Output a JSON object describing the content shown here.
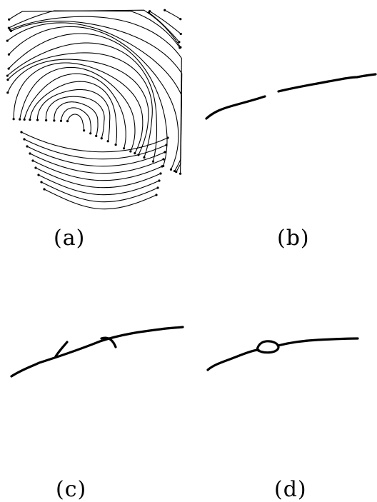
{
  "panels": [
    {
      "id": "a",
      "label": "(a)",
      "content": "fingerprint-ridge-skeleton"
    },
    {
      "id": "b",
      "label": "(b)",
      "content": "broken-ridge"
    },
    {
      "id": "c",
      "label": "(c)",
      "content": "ridge-with-spurs"
    },
    {
      "id": "d",
      "label": "(d)",
      "content": "ridge-with-loop"
    }
  ],
  "colors": {
    "stroke": "#000000",
    "background": "#ffffff"
  }
}
